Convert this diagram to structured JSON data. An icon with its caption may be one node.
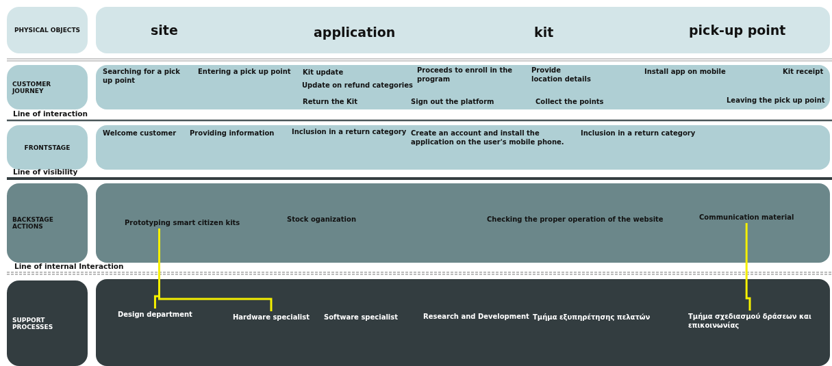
{
  "diagram": {
    "nodes": [
      {
        "text": [
          "PHYSICAL OBJECTS"
        ]
      },
      {
        "text": [
          "site",
          "application",
          "kit",
          "pick-up point"
        ]
      },
      {
        "text": [
          "CUSTOMER JOURNEY"
        ]
      },
      {
        "text": [
          "Searching for a pick up point",
          "Entering a pick up point",
          "Kit update",
          "Update on refund categories",
          "Proceeds to enroll in the program",
          "Provide location details",
          "Install app on mobile",
          "Kit receipt",
          "Return the Kit",
          "Sign out the platform",
          "Collect the points",
          "Leaving the pick up point"
        ]
      },
      {
        "text": [
          "FRONTSTAGE"
        ]
      },
      {
        "text": [
          "Welcome customer",
          "Providing information",
          "Inclusion in a return category",
          "Create an account and install the application on the user's mobile phone.",
          "Inclusion in a return category"
        ]
      },
      {
        "text": [
          "BACKSTAGE ACTIONS"
        ]
      },
      {
        "text": [
          "Stock oganization",
          "Checking the proper operation of the website"
        ]
      },
      {
        "text": [
          "Prototyping smart citizen kits"
        ],
        "in": 7
      },
      {
        "text": [
          "Communication material"
        ],
        "in": 7
      },
      {
        "text": [
          "SUPPORT PROCESSES"
        ]
      },
      {
        "text": [
          "Software specialist",
          "Research and Development",
          "Τμήμα εξυπηρέτησης πελατών"
        ]
      },
      {
        "text": [
          "Design department"
        ],
        "in": 11
      },
      {
        "text": [
          "Hardware specialist"
        ],
        "in": 11
      },
      {
        "text": [
          "Τμήμα σχεδιασμού δράσεων και επικοινωνίας"
        ],
        "in": 11
      }
    ],
    "edges": [
      {
        "from": 8,
        "to": 12,
        "arrow": "none"
      },
      {
        "from": 8,
        "to": 13,
        "arrow": "none"
      },
      {
        "from": 9,
        "to": 14,
        "arrow": "none"
      }
    ],
    "labels": [
      "Line of interaction",
      "Line of visibility",
      "Line of internal Interaction"
    ]
  }
}
